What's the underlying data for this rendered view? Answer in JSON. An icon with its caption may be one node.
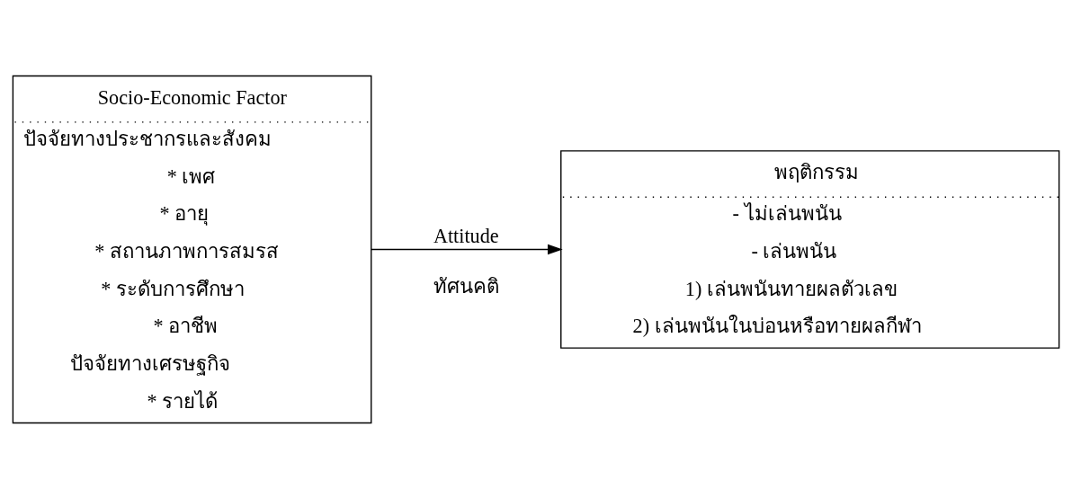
{
  "diagram": {
    "nodes": [
      {
        "text": [
          "Socio-Economic Factor",
          "ปัจจัยทางประชากรและสังคม",
          "* เพศ",
          "* อายุ",
          "* สถานภาพการสมรส",
          "* ระดับการศึกษา",
          "* อาชีพ",
          "ปัจจัยทางเศรษฐกิจ",
          "* รายได้"
        ]
      },
      {
        "text": [
          "พฤติกรรม",
          "- ไม่เล่นพนัน",
          "- เล่นพนัน",
          "1) เล่นพนันทายผลตัวเลข",
          "2) เล่นพนันในบ่อนหรือทายผลกีฬา"
        ]
      }
    ],
    "edges": [
      {
        "from": 0,
        "to": 1,
        "arrow": "to",
        "label": "Attitude"
      }
    ],
    "labels": [
      "ทัศนคติ"
    ]
  }
}
